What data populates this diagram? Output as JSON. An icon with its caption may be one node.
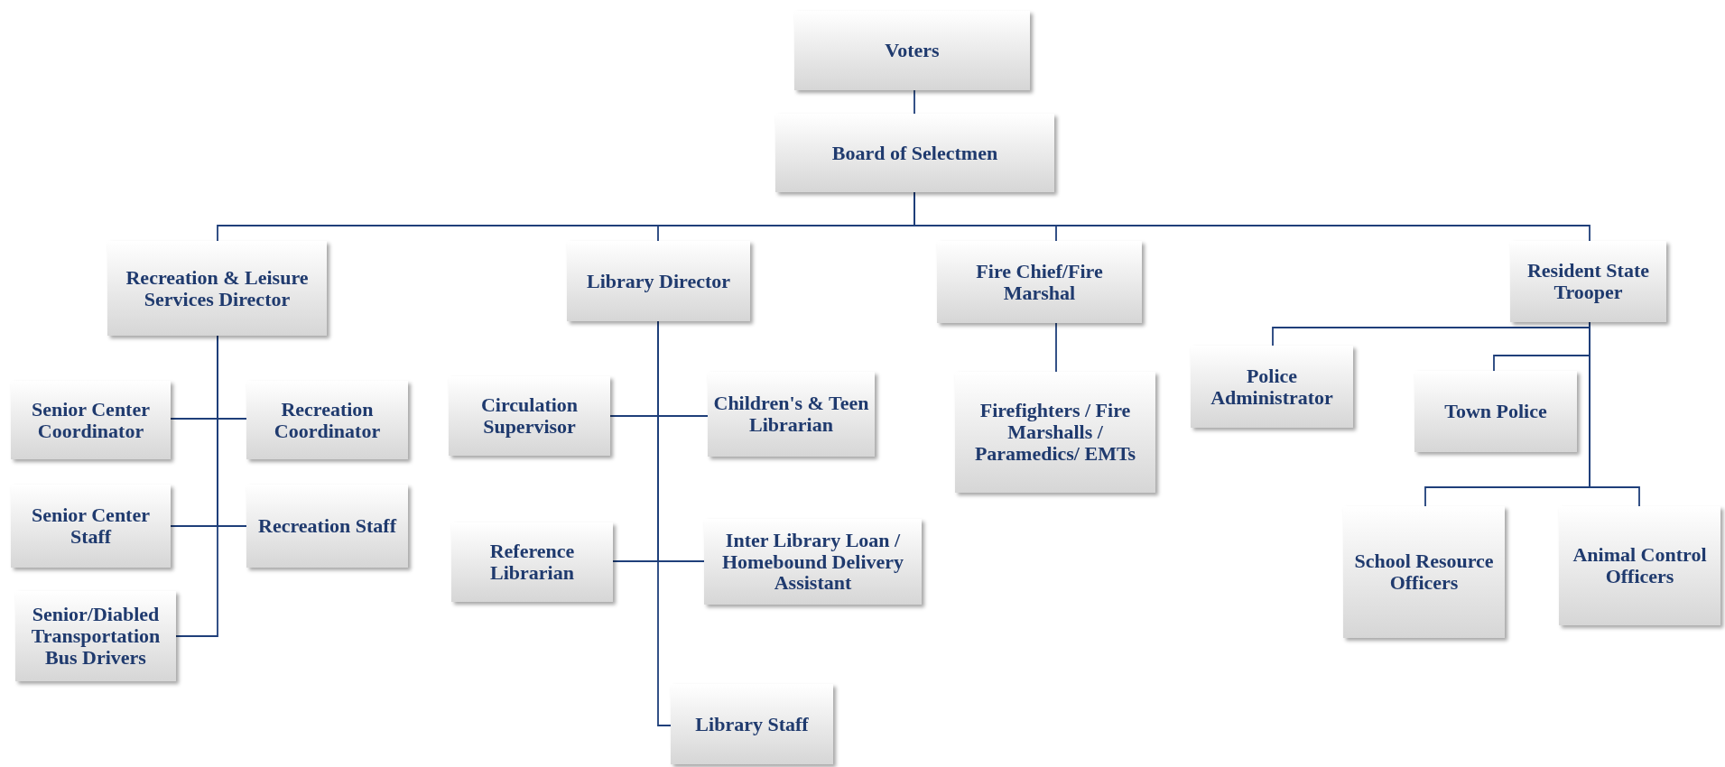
{
  "diagram": {
    "nodes": [
      {
        "text": [
          "Voters"
        ]
      },
      {
        "text": [
          "Board of Selectmen"
        ]
      },
      {
        "text": [
          "Recreation & Leisure Services Director"
        ]
      },
      {
        "text": [
          "Library Director"
        ]
      },
      {
        "text": [
          "Fire Chief/Fire Marshal"
        ]
      },
      {
        "text": [
          "Resident State Trooper"
        ]
      },
      {
        "text": [
          "Senior Center Coordinator"
        ]
      },
      {
        "text": [
          "Recreation Coordinator"
        ]
      },
      {
        "text": [
          "Senior Center Staff"
        ]
      },
      {
        "text": [
          "Recreation Staff"
        ]
      },
      {
        "text": [
          "Senior/Diabled Transportation Bus Drivers"
        ]
      },
      {
        "text": [
          "Circulation Supervisor"
        ]
      },
      {
        "text": [
          "Children's & Teen Librarian"
        ]
      },
      {
        "text": [
          "Reference Librarian"
        ]
      },
      {
        "text": [
          "Inter Library Loan / Homebound Delivery Assistant"
        ]
      },
      {
        "text": [
          "Library Staff"
        ]
      },
      {
        "text": [
          "Firefighters / Fire Marshalls / Paramedics/ EMTs"
        ]
      },
      {
        "text": [
          "Police Administrator"
        ]
      },
      {
        "text": [
          "Town Police"
        ]
      },
      {
        "text": [
          "School Resource Officers"
        ]
      },
      {
        "text": [
          "Animal Control Officers"
        ]
      }
    ],
    "edges": [
      {
        "from": 0,
        "to": 1,
        "arrow": "none"
      },
      {
        "from": 1,
        "to": 2,
        "arrow": "none"
      },
      {
        "from": 1,
        "to": 3,
        "arrow": "none"
      },
      {
        "from": 1,
        "to": 4,
        "arrow": "none"
      },
      {
        "from": 1,
        "to": 5,
        "arrow": "none"
      },
      {
        "from": 2,
        "to": 6,
        "arrow": "none"
      },
      {
        "from": 2,
        "to": 7,
        "arrow": "none"
      },
      {
        "from": 2,
        "to": 8,
        "arrow": "none"
      },
      {
        "from": 2,
        "to": 9,
        "arrow": "none"
      },
      {
        "from": 2,
        "to": 10,
        "arrow": "none"
      },
      {
        "from": 3,
        "to": 11,
        "arrow": "none"
      },
      {
        "from": 3,
        "to": 12,
        "arrow": "none"
      },
      {
        "from": 3,
        "to": 13,
        "arrow": "none"
      },
      {
        "from": 3,
        "to": 14,
        "arrow": "none"
      },
      {
        "from": 3,
        "to": 15,
        "arrow": "none"
      },
      {
        "from": 4,
        "to": 16,
        "arrow": "none"
      },
      {
        "from": 5,
        "to": 17,
        "arrow": "none"
      },
      {
        "from": 5,
        "to": 18,
        "arrow": "none"
      },
      {
        "from": 5,
        "to": 19,
        "arrow": "none"
      },
      {
        "from": 5,
        "to": 20,
        "arrow": "none"
      }
    ]
  }
}
